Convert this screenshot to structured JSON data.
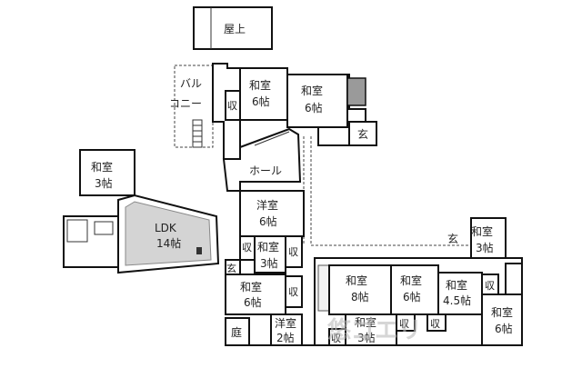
{
  "floorplan": {
    "rooftop": "屋上",
    "balcony_line1": "バル",
    "balcony_line2": "コニー",
    "hall": "ホール",
    "rooms": {
      "washitsu_6a": [
        "和室",
        "6帖"
      ],
      "washitsu_6b": [
        "和室",
        "6帖"
      ],
      "washitsu_3_left": [
        "和室",
        "3帖"
      ],
      "ldk": [
        "LDK",
        "14帖"
      ],
      "yoshitsu_6": [
        "洋室",
        "6帖"
      ],
      "washitsu_3_mid": [
        "和室",
        "3帖"
      ],
      "washitsu_6_low": [
        "和室",
        "6帖"
      ],
      "yoshitsu_2": [
        "洋室",
        "2帖"
      ],
      "washitsu_8": [
        "和室",
        "8帖"
      ],
      "washitsu_6_c": [
        "和室",
        "6帖"
      ],
      "washitsu_45": [
        "和室",
        "4.5帖"
      ],
      "washitsu_3_bottom": [
        "和室",
        "3帖"
      ],
      "washitsu_3_right": [
        "和室",
        "3帖"
      ],
      "washitsu_6_right": [
        "和室",
        "6帖"
      ]
    },
    "storage": "収",
    "entrance": "玄",
    "garden": "庭",
    "watermark": "悠ゴエリ"
  }
}
